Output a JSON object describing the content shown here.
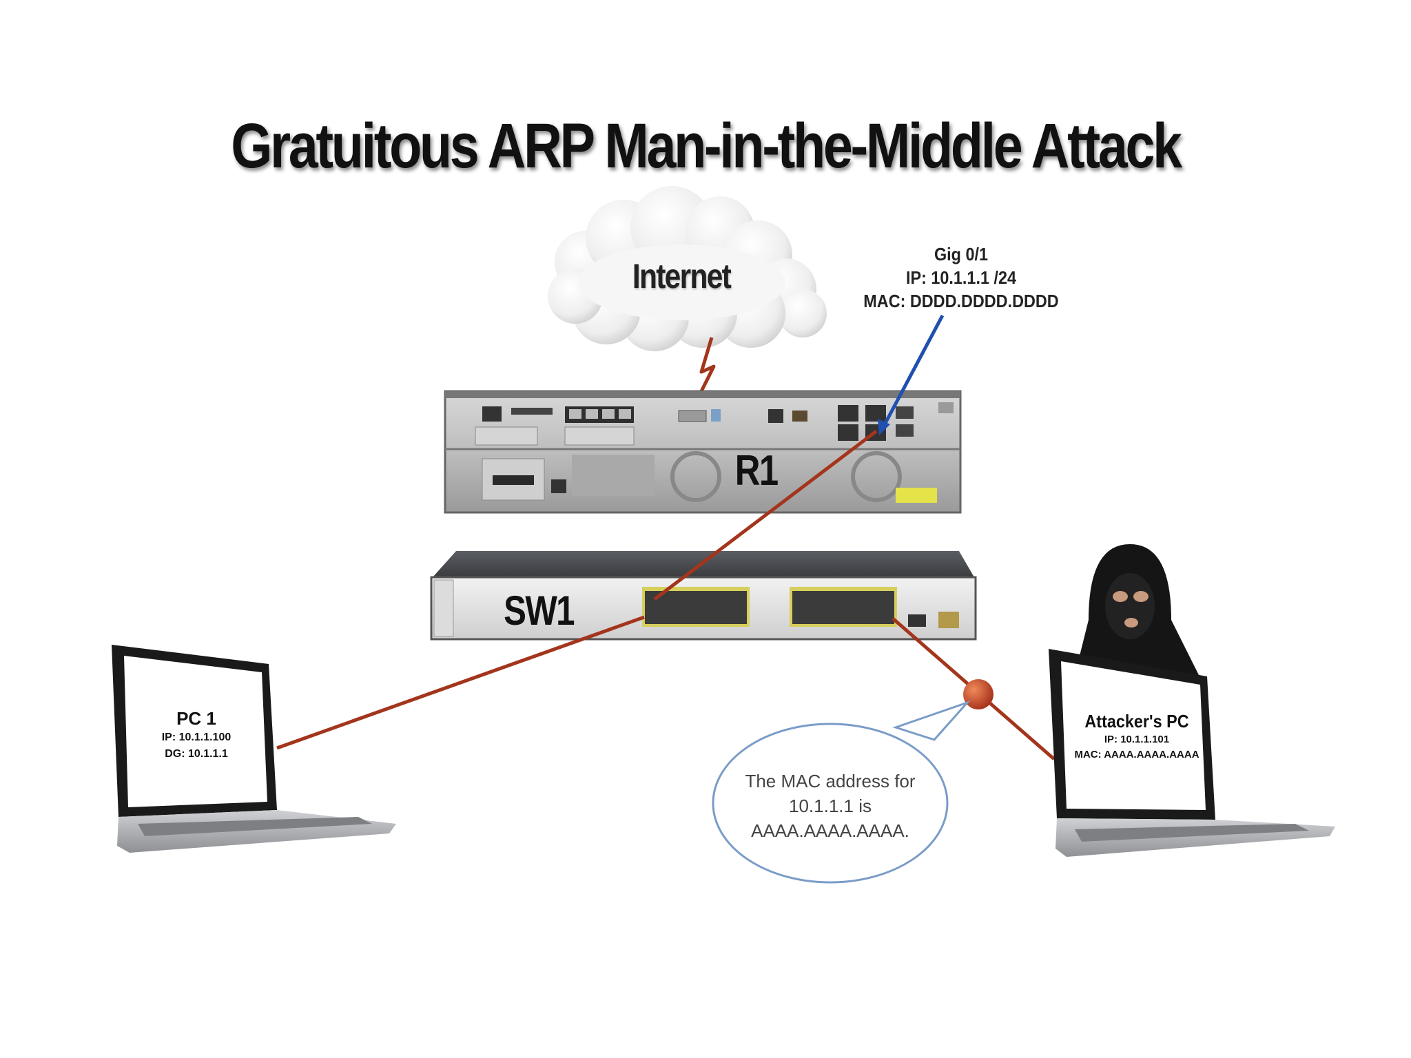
{
  "title": "Gratuitous ARP Man-in-the-Middle Attack",
  "cloud": {
    "label": "Internet"
  },
  "router": {
    "label": "R1",
    "interface": {
      "name": "Gig 0/1",
      "ip": "IP: 10.1.1.1 /24",
      "mac": "MAC: DDDD.DDDD.DDDD"
    }
  },
  "switch": {
    "label": "SW1"
  },
  "pc1": {
    "name": "PC 1",
    "ip": "IP: 10.1.1.100",
    "dg": "DG: 10.1.1.1"
  },
  "attacker": {
    "name": "Attacker's PC",
    "ip": "IP: 10.1.1.101",
    "mac": "MAC: AAAA.AAAA.AAAA"
  },
  "speech_bubble": {
    "lines": [
      "The MAC address for",
      "10.1.1.1 is",
      "AAAA.AAAA.AAAA."
    ]
  },
  "colors": {
    "cable": "#a3351c",
    "pointer": "#1f4fb0",
    "bubble_border": "#7a9cc8",
    "attack_node": "#c0431f"
  }
}
